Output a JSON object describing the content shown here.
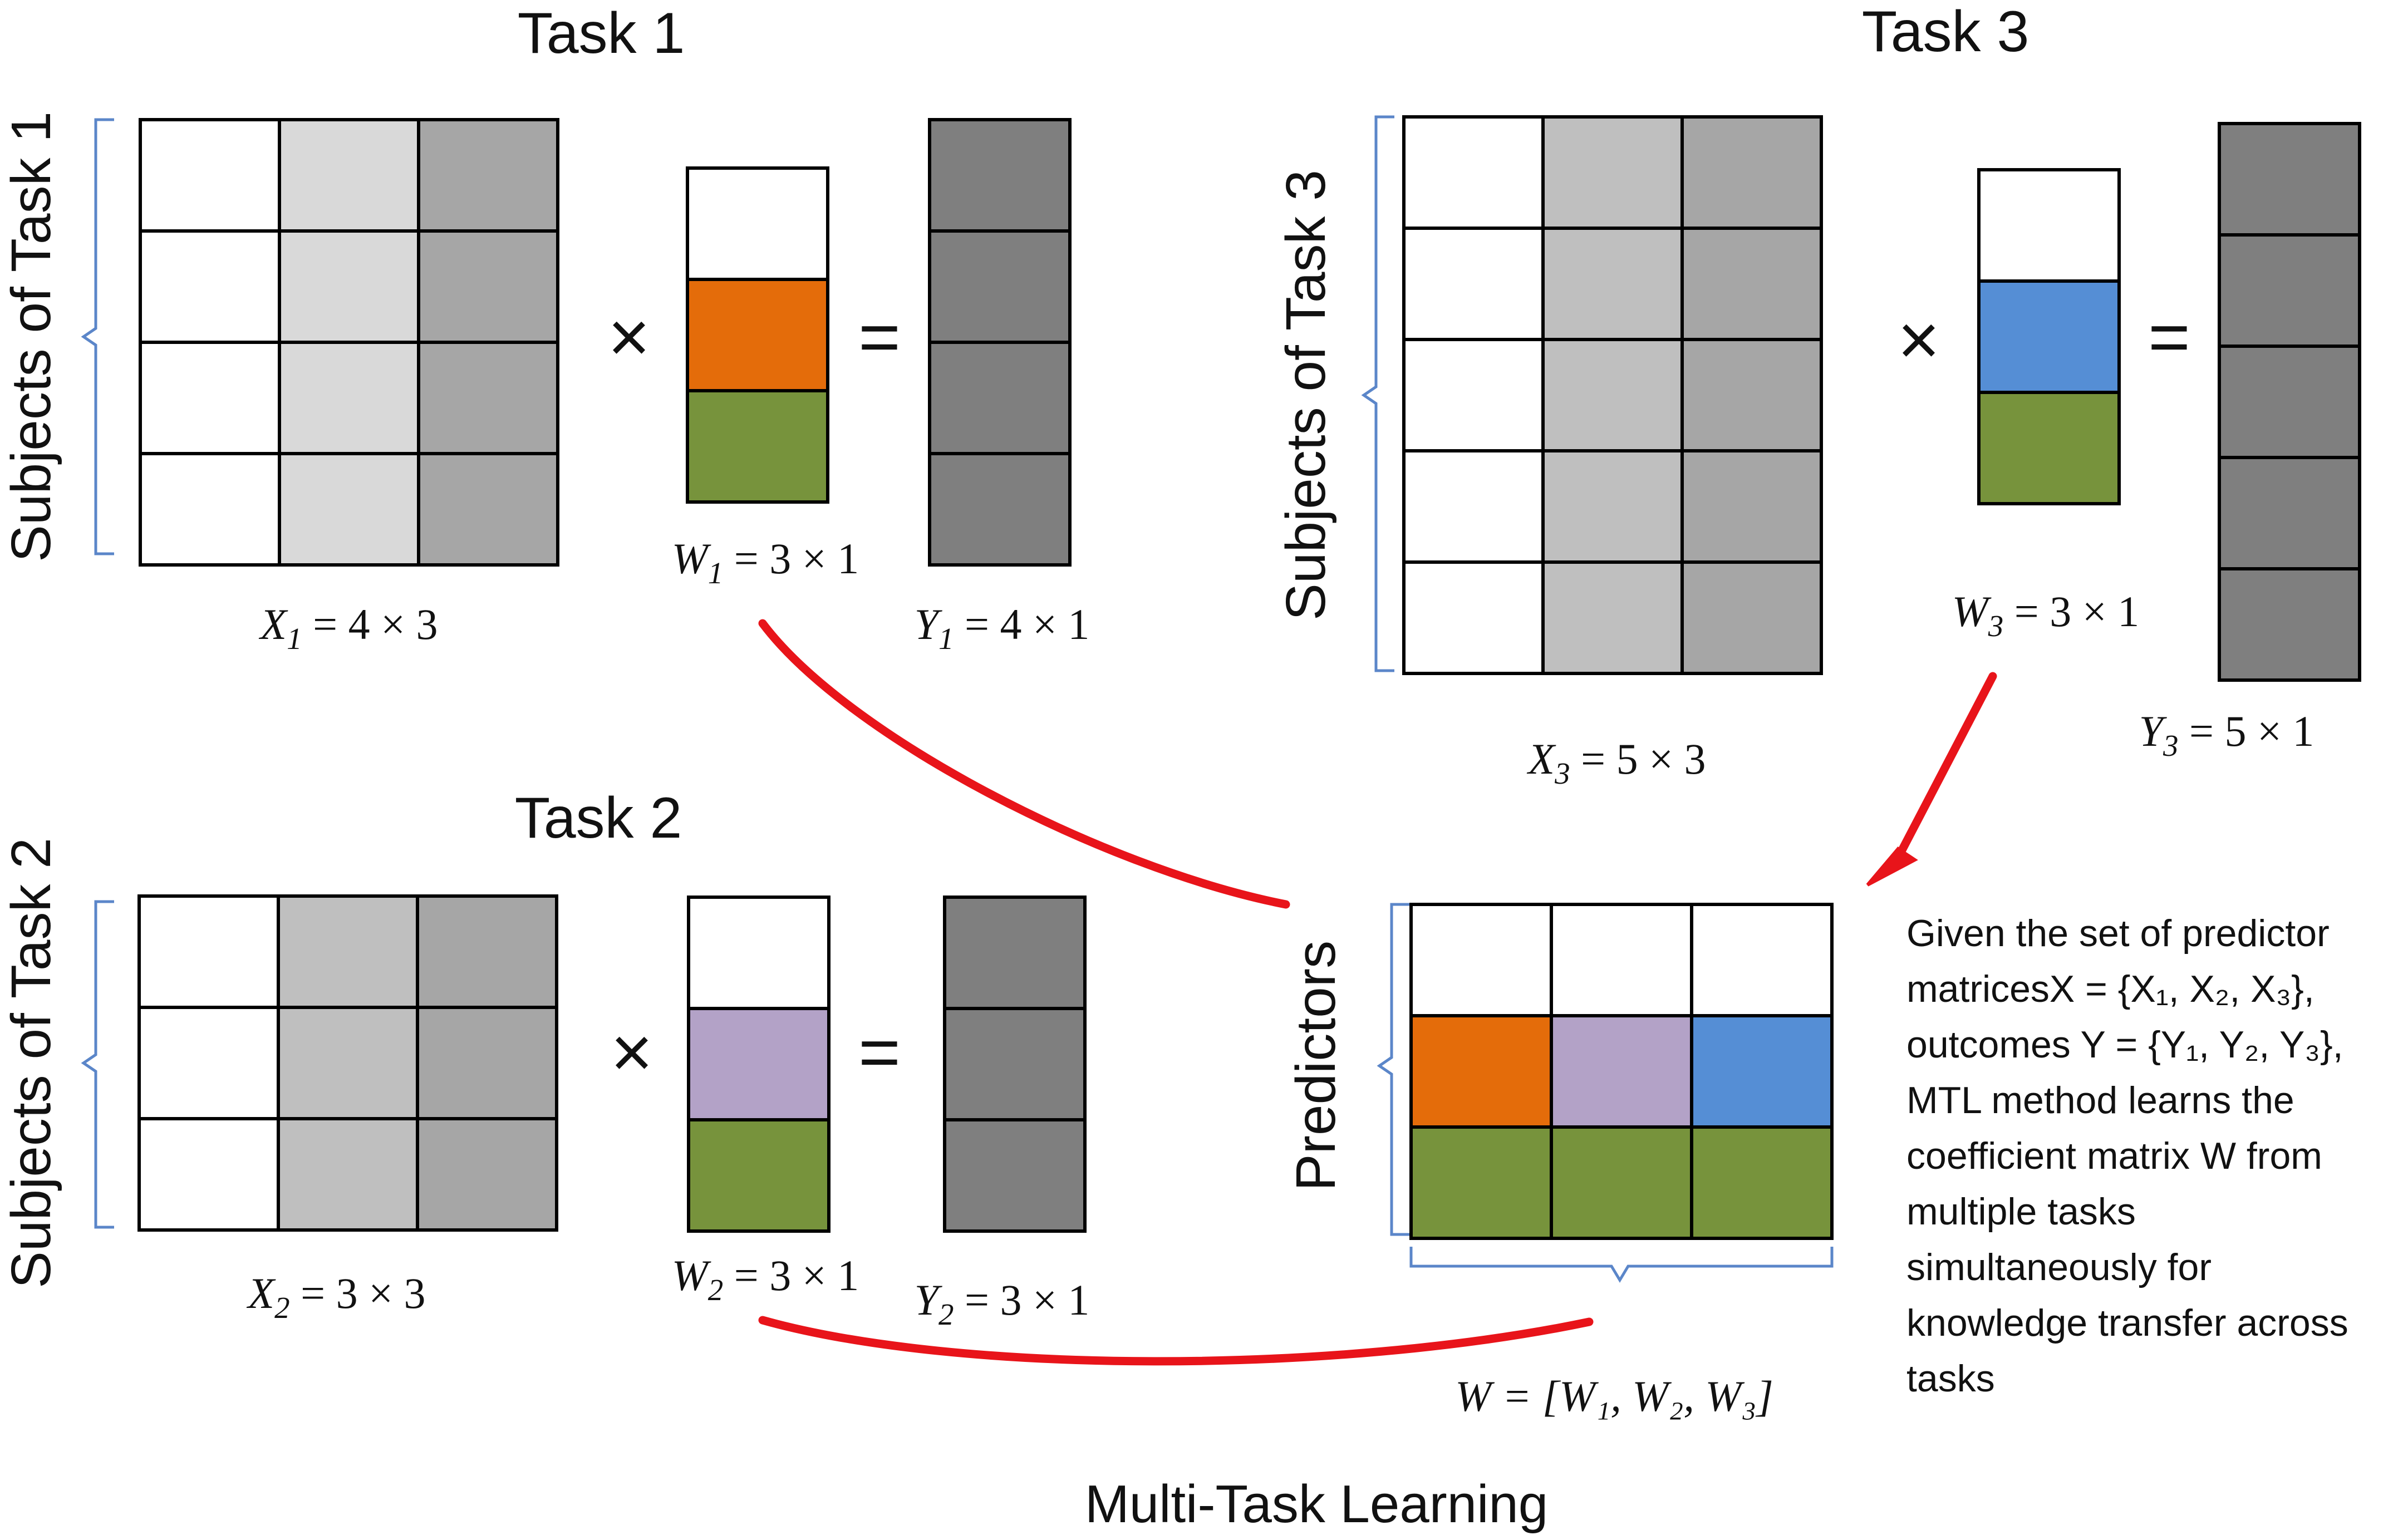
{
  "colors": {
    "white": "#ffffff",
    "light_gray": "#d9d9d9",
    "mid_gray": "#bfbfbf",
    "gray": "#a6a6a6",
    "dark_gray": "#7f7f7f",
    "orange": "#e46c0a",
    "green": "#77933c",
    "purple": "#b3a2c7",
    "blue": "#558ed5",
    "brace": "#5b86c9",
    "arrow": "#e8141a"
  },
  "task1": {
    "title": "Task 1",
    "subjects_label": "Subjects of Task 1",
    "x_label": {
      "var": "X",
      "sub": "1",
      "rest": " = 4 × 3"
    },
    "w_label": {
      "var": "W",
      "sub": "1",
      "rest": " = 3 × 1"
    },
    "y_label": {
      "var": "Y",
      "sub": "1",
      "rest": " = 4 × 1"
    }
  },
  "task2": {
    "title": "Task 2",
    "subjects_label": "Subjects of Task 2",
    "x_label": {
      "var": "X",
      "sub": "2",
      "rest": " = 3 × 3"
    },
    "w_label": {
      "var": "W",
      "sub": "2",
      "rest": " = 3 × 1"
    },
    "y_label": {
      "var": "Y",
      "sub": "2",
      "rest": " = 3 × 1"
    }
  },
  "task3": {
    "title": "Task 3",
    "subjects_label": "Subjects of Task 3",
    "x_label": {
      "var": "X",
      "sub": "3",
      "rest": " = 5 × 3"
    },
    "w_label": {
      "var": "W",
      "sub": "3",
      "rest": " = 3 × 1"
    },
    "y_label": {
      "var": "Y",
      "sub": "3",
      "rest": " = 5 × 1"
    }
  },
  "operators": {
    "times": "×",
    "equals": "="
  },
  "combined": {
    "predictors_label": "Predictors",
    "w_label": "W = [W₁, W₂, W₃]"
  },
  "description": {
    "line1": "Given the set of predictor",
    "line2": "matricesX = {X₁, X₂, X₃},",
    "line3": "outcomes Y = {Y₁, Y₂, Y₃},",
    "line4": "MTL method learns the",
    "line5": "coefficient matrix W from",
    "line6": "multiple tasks",
    "line7": "simultaneously  for",
    "line8": "knowledge transfer across",
    "line9": "tasks"
  },
  "footer": {
    "title": "Multi-Task Learning"
  }
}
